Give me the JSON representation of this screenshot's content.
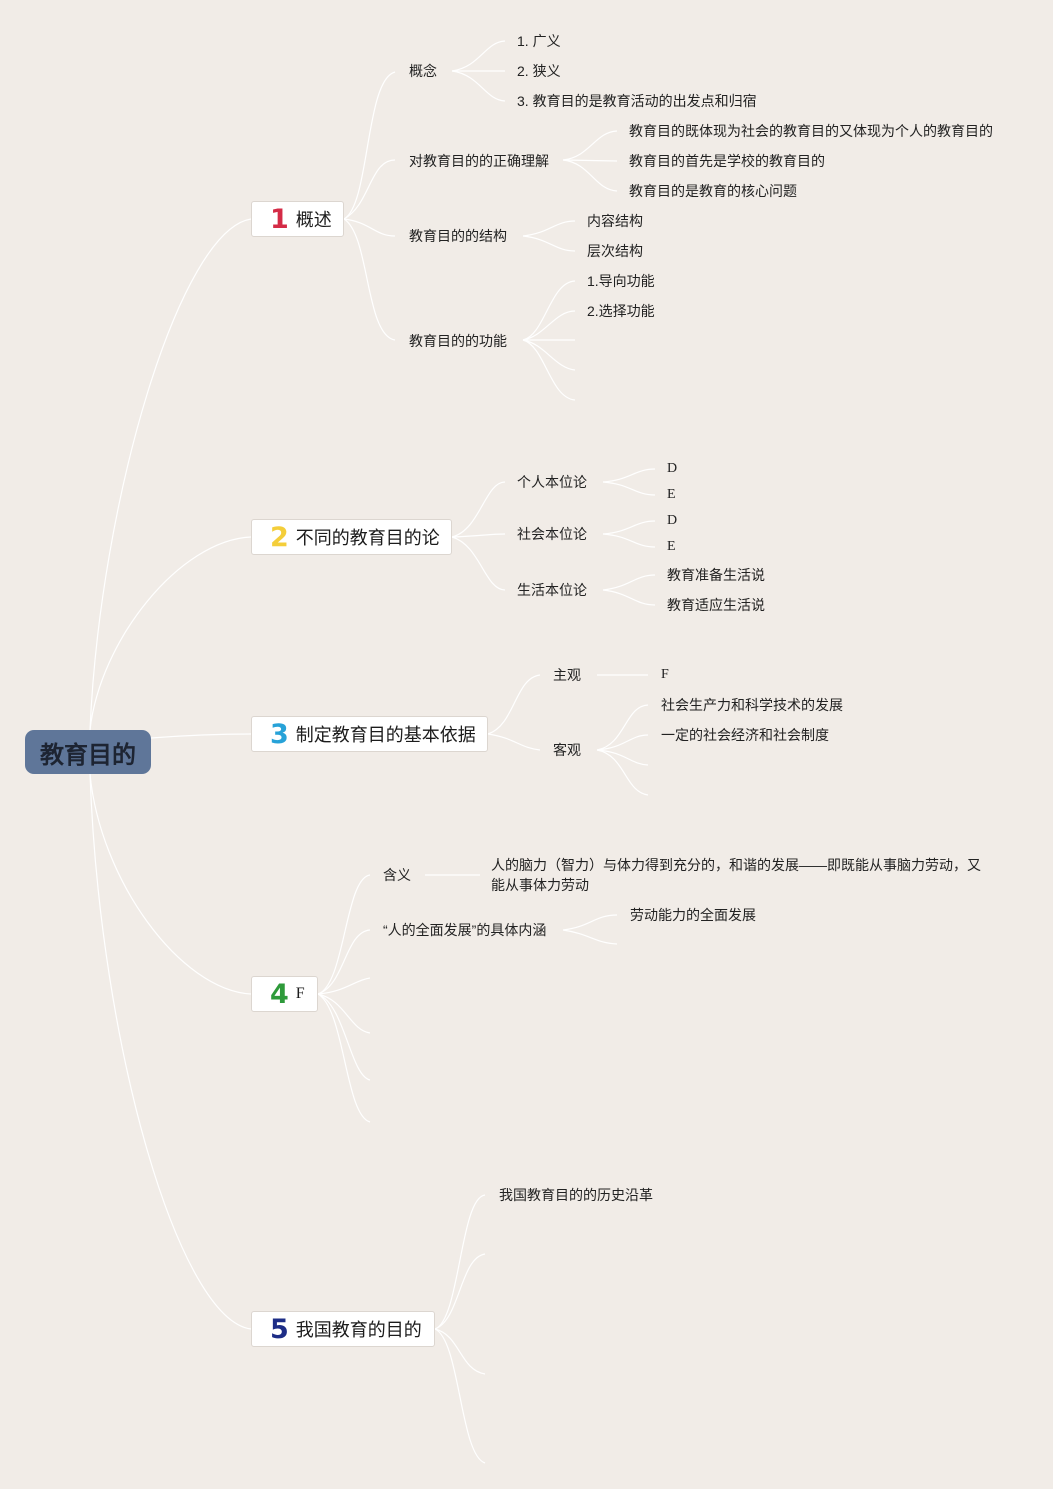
{
  "root": "教育目的",
  "topics": [
    {
      "num": "1",
      "num_color": "#d42b46",
      "label": "概述"
    },
    {
      "num": "2",
      "num_color": "#f4ce3a",
      "label": "不同的教育目的论"
    },
    {
      "num": "3",
      "num_color": "#27a2d8",
      "label": "制定教育目的基本依据"
    },
    {
      "num": "4",
      "num_color": "#2e9a3a",
      "label": "F"
    },
    {
      "num": "5",
      "num_color": "#1d2d86",
      "label": "我国教育的目的"
    }
  ],
  "t1": {
    "concept": "概念",
    "concept_items": [
      "1. 广义",
      "2. 狭义",
      "3. 教育目的是教育活动的出发点和归宿"
    ],
    "understanding": "对教育目的的正确理解",
    "understanding_items": [
      "教育目的既体现为社会的教育目的又体现为个人的教育目的",
      "教育目的首先是学校的教育目的",
      "教育目的是教育的核心问题"
    ],
    "structure": "教育目的的结构",
    "structure_items": [
      "内容结构",
      "层次结构"
    ],
    "function": "教育目的的功能",
    "function_items": [
      "1.导向功能",
      "2.选择功能"
    ]
  },
  "t2": {
    "individual": "个人本位论",
    "individual_items": [
      "D",
      "E"
    ],
    "social": "社会本位论",
    "social_items": [
      "D",
      "E"
    ],
    "life": "生活本位论",
    "life_items": [
      "教育准备生活说",
      "教育适应生活说"
    ]
  },
  "t3": {
    "subjective": "主观",
    "subjective_items": [
      "F"
    ],
    "objective": "客观",
    "objective_items": [
      "社会生产力和科学技术的发展",
      "一定的社会经济和社会制度"
    ]
  },
  "t4": {
    "meaning": "含义",
    "meaning_text": "人的脑力（智力）与体力得到充分的，和谐的发展——即既能从事脑力劳动，又能从事体力劳动",
    "content": "“人的全面发展”的具体内涵",
    "content_items": [
      "劳动能力的全面发展"
    ]
  },
  "t5": {
    "history": "我国教育目的的历史沿革"
  }
}
